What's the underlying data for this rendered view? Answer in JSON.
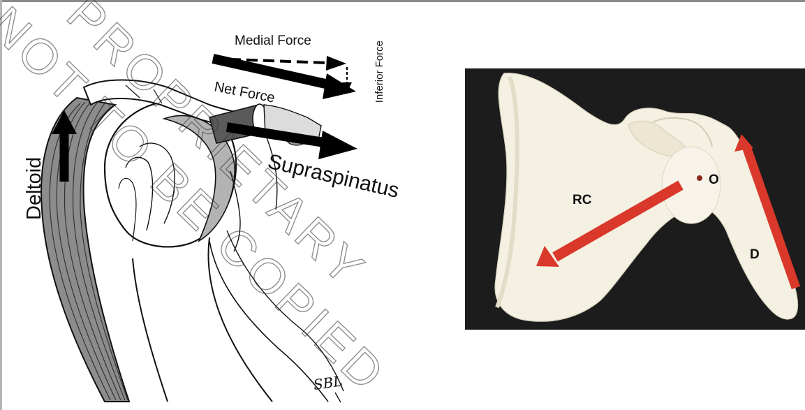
{
  "left_diagram": {
    "labels": {
      "medial_force": "Medial Force",
      "net_force": "Net Force",
      "inferior_force": "Inferior Force",
      "supraspinatus": "Supraspinatus",
      "deltoid": "Deltoid"
    },
    "signature": "SBL"
  },
  "right_photo": {
    "labels": {
      "rc": "RC",
      "o": "O",
      "d": "D"
    },
    "colors": {
      "arrow": "#d9382a",
      "background": "#1c1c1c",
      "bone": "#f4f0e2"
    }
  },
  "watermark": {
    "line1": "PROPRIETARY",
    "line2": "NOT TO BE COPIED"
  }
}
